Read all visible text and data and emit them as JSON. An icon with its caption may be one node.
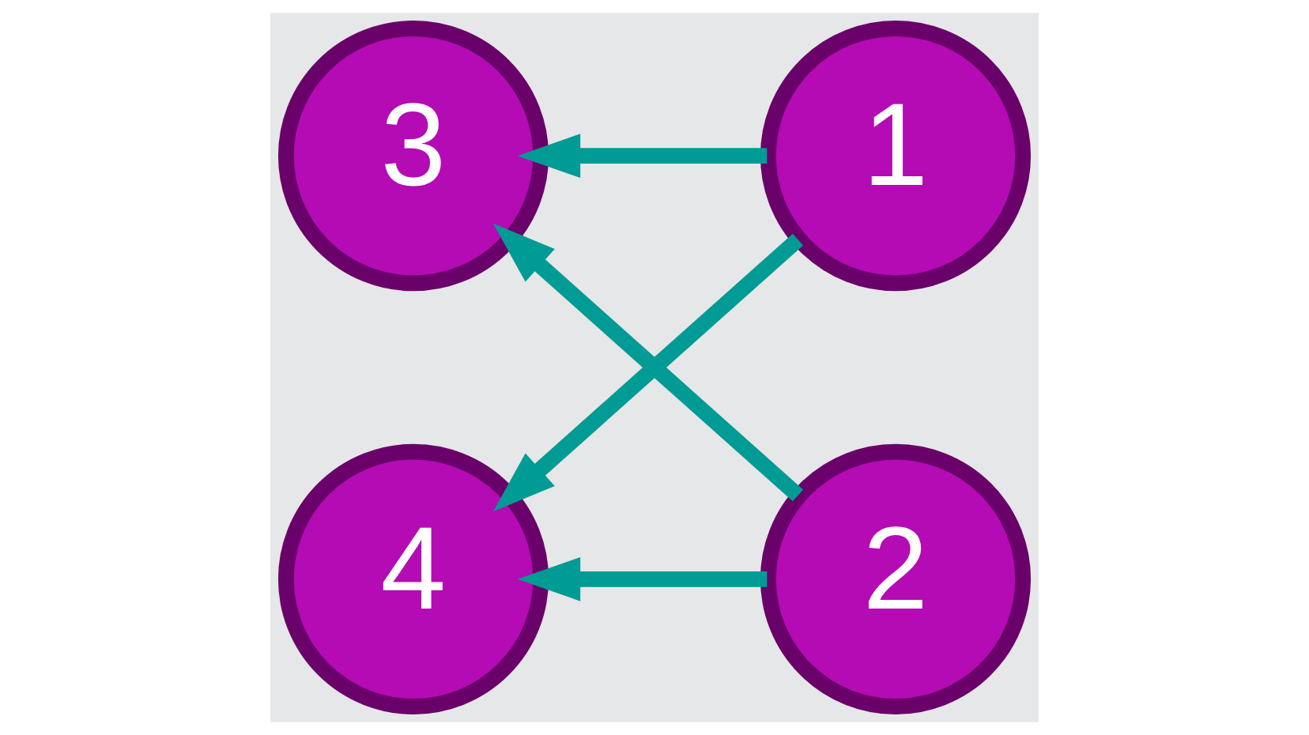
{
  "diagram": {
    "nodes": [
      {
        "text": [
          "1"
        ]
      },
      {
        "text": [
          "3"
        ]
      },
      {
        "text": [
          "4"
        ]
      },
      {
        "text": [
          "2"
        ]
      }
    ],
    "edges": [
      {
        "from": 0,
        "to": 1,
        "arrow": "to"
      },
      {
        "from": 0,
        "to": 2,
        "arrow": "to"
      },
      {
        "from": 3,
        "to": 1,
        "arrow": "to"
      },
      {
        "from": 3,
        "to": 2,
        "arrow": "to"
      }
    ]
  }
}
